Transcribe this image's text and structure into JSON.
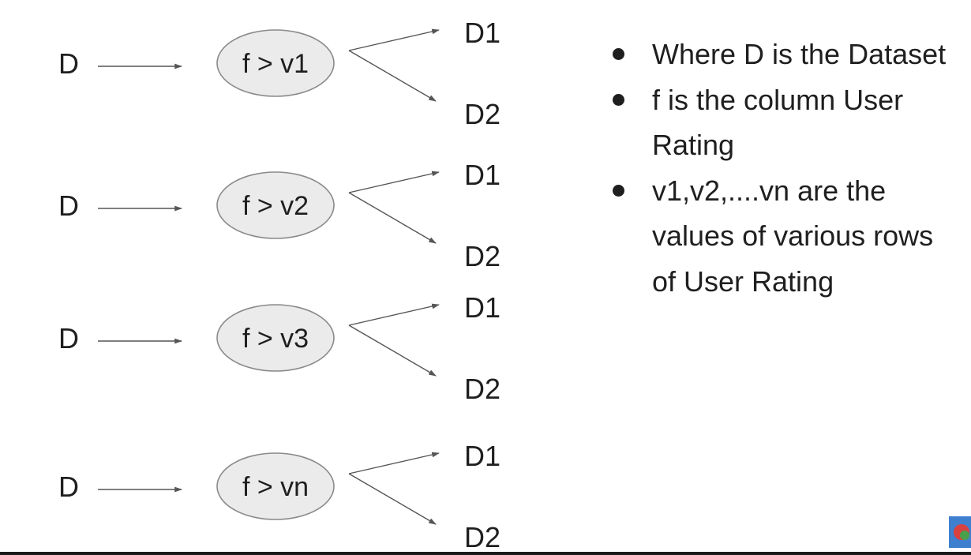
{
  "diagram": {
    "rows": [
      {
        "input": "D",
        "condition": "f > v1",
        "output_top": "D1",
        "output_bottom": "D2"
      },
      {
        "input": "D",
        "condition": "f > v2",
        "output_top": "D1",
        "output_bottom": "D2"
      },
      {
        "input": "D",
        "condition": "f > v3",
        "output_top": "D1",
        "output_bottom": "D2"
      },
      {
        "input": "D",
        "condition": "f > vn",
        "output_top": "D1",
        "output_bottom": "D2"
      }
    ]
  },
  "notes": {
    "items": [
      "Where D is the Dataset",
      "f is the column User Rating",
      "v1,v2,....vn are the values of various rows of User Rating"
    ]
  },
  "colors": {
    "text": "#1f1f1f",
    "arrow": "#555555",
    "node_fill": "#ebebeb",
    "node_stroke": "#8a8a8a"
  },
  "icons": {
    "corner": "thumbnail-icon"
  }
}
